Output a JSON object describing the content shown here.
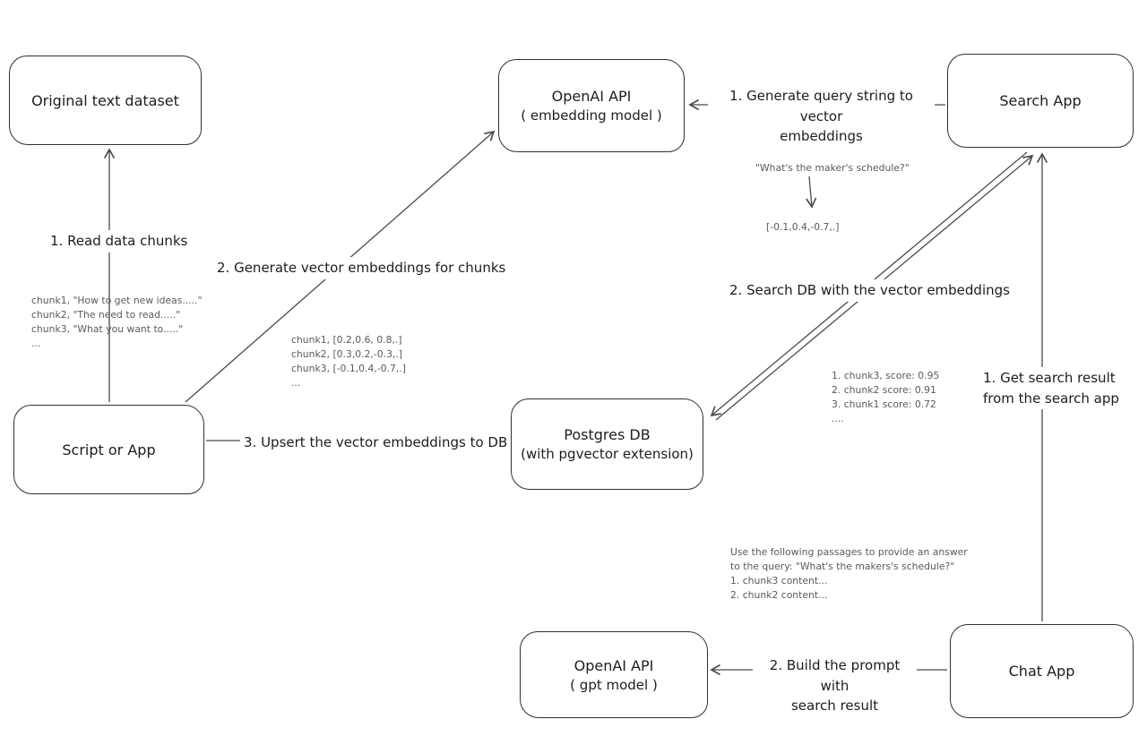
{
  "nodes": {
    "original_dataset": {
      "title": "Original text dataset"
    },
    "embedding_api": {
      "title": "OpenAI API",
      "subtitle": "( embedding model )"
    },
    "search_app": {
      "title": "Search App"
    },
    "script_app": {
      "title": "Script or App"
    },
    "postgres_db": {
      "title": "Postgres DB",
      "subtitle": "(with pgvector extension)"
    },
    "gpt_api": {
      "title": "OpenAI API",
      "subtitle": "( gpt model )"
    },
    "chat_app": {
      "title": "Chat App"
    }
  },
  "edges": {
    "read_chunks": {
      "label": "1. Read data chunks"
    },
    "generate_embeddings": {
      "label": "2. Generate vector embeddings for chunks"
    },
    "upsert_embeddings": {
      "label": "3. Upsert the vector embeddings  to DB"
    },
    "query_to_vector": {
      "line1": "1. Generate query string to vector",
      "line2": "embeddings"
    },
    "search_db": {
      "label": "2. Search DB with the vector embeddings"
    },
    "get_search_result": {
      "line1": "1. Get search result",
      "line2": "from the search app"
    },
    "build_prompt": {
      "line1": "2. Build the prompt with",
      "line2": "search result"
    }
  },
  "annotations": {
    "chunk_texts": {
      "lines": [
        "chunk1, \"How to get new ideas.....\"",
        "chunk2, \"The need to read.....\"",
        "chunk3, \"What you want to.....\"",
        "..."
      ]
    },
    "chunk_vectors": {
      "lines": [
        "chunk1, [0.2,0.6, 0.8,.]",
        "chunk2, [0.3,0.2,-0.3,.]",
        "chunk3, [-0.1,0.4,-0.7,.]",
        "..."
      ]
    },
    "query_example": {
      "query": "\"What's the maker's schedule?\"",
      "vector": "[-0.1,0.4,-0.7,.]"
    },
    "search_scores": {
      "lines": [
        "1. chunk3, score: 0.95",
        "2. chunk2 score: 0.91",
        "3. chunk1 score: 0.72",
        "...."
      ]
    },
    "prompt_example": {
      "lines": [
        "Use the following passages to provide an answer",
        "to the query: \"What's the makers's schedule?\"",
        "1. chunk3 content...",
        "2. chunk2 content..."
      ]
    }
  },
  "colors": {
    "background": "#ffffff",
    "box_border": "#2f2f2f",
    "arrow_stroke": "#4a4a4a",
    "text": "#1d1d1d",
    "annotation_text": "#5a5a5a"
  }
}
